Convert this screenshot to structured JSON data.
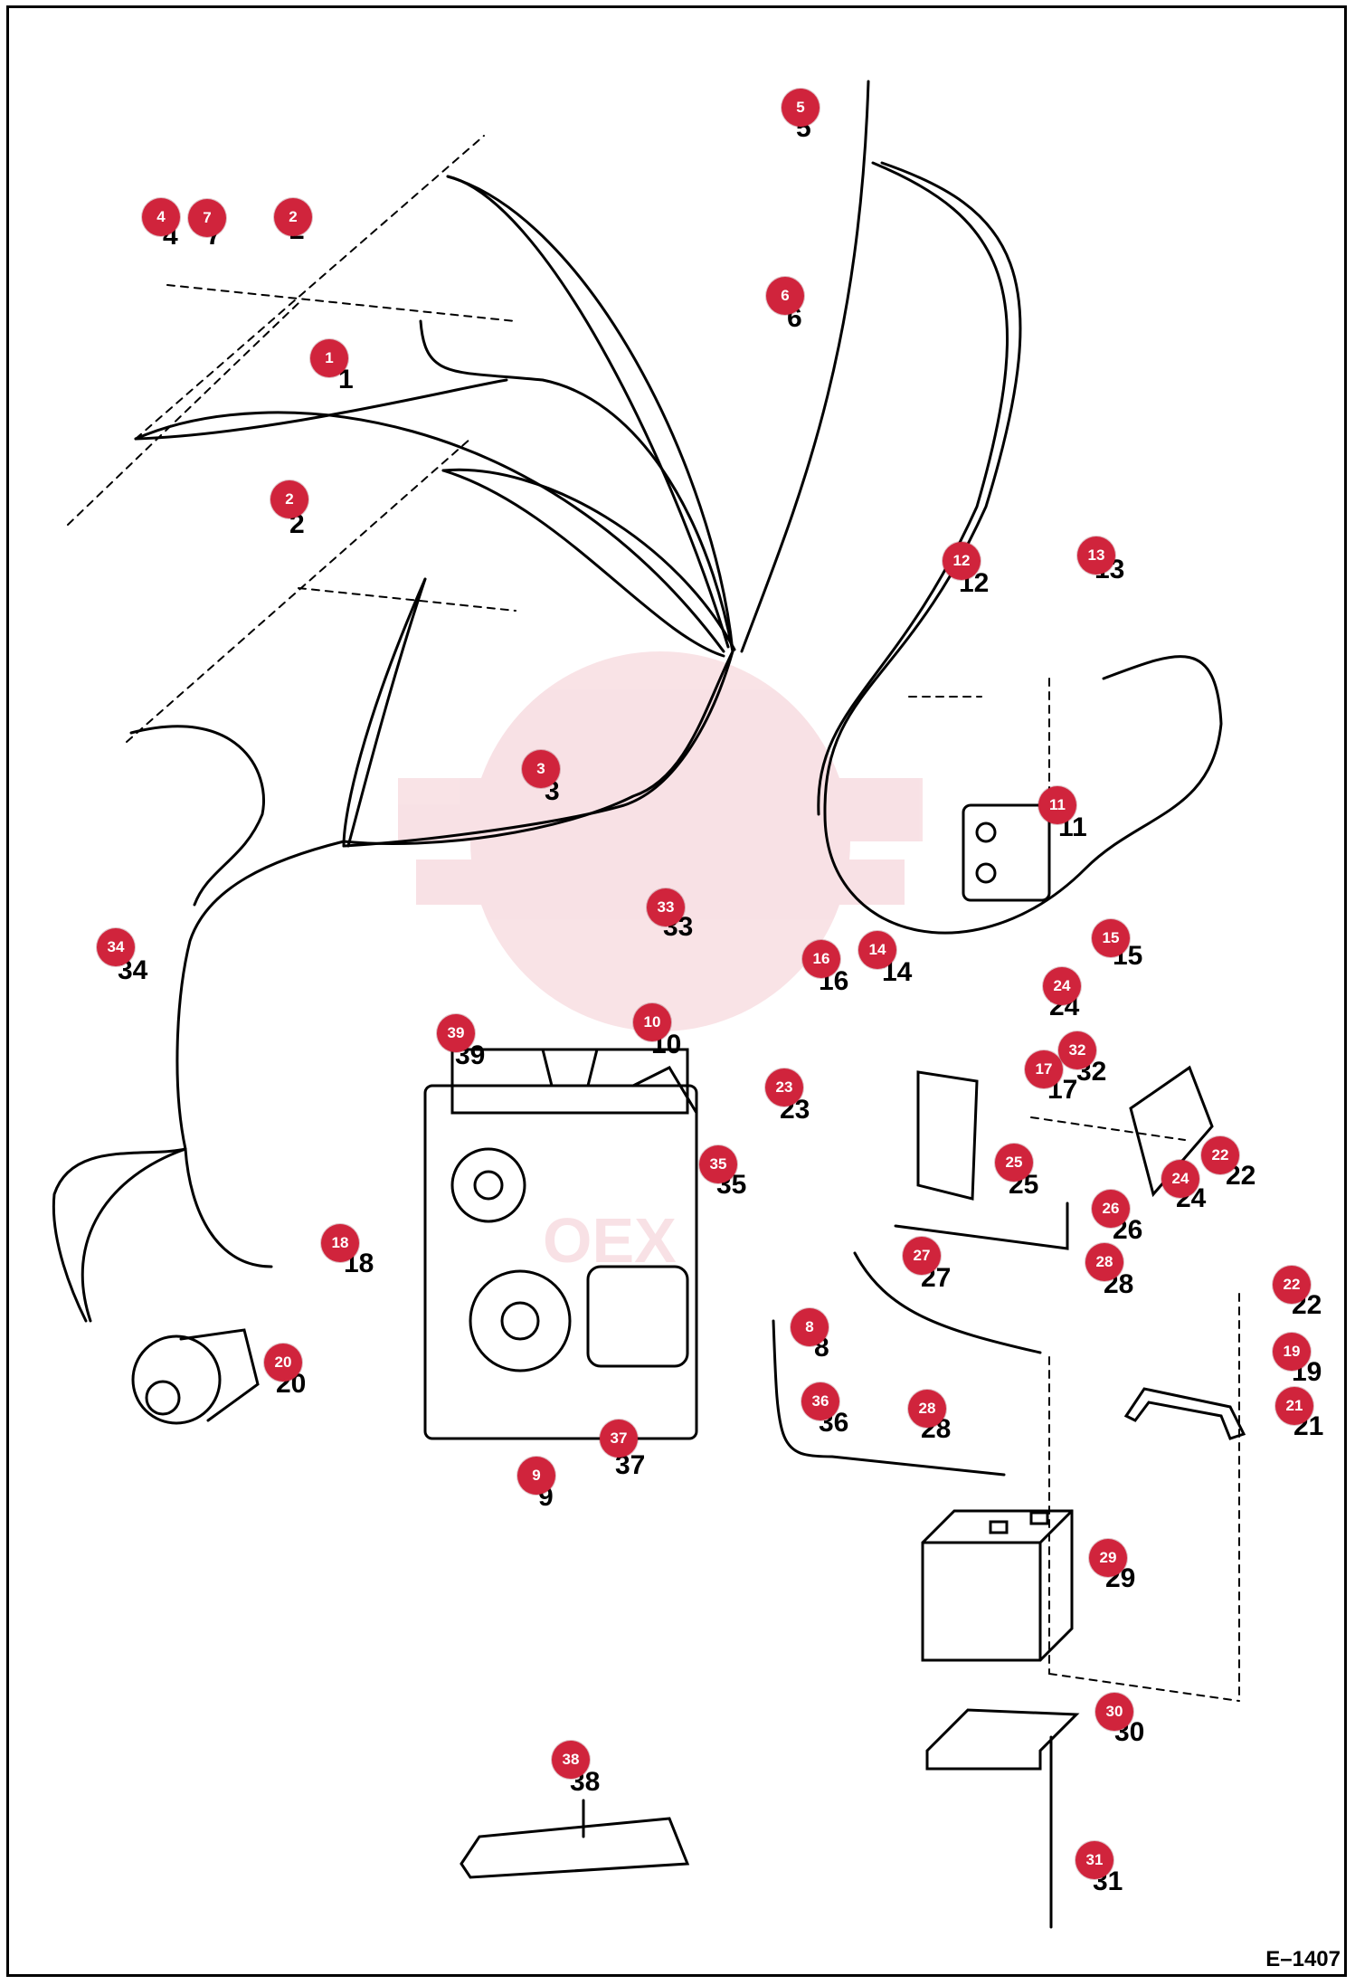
{
  "drawing": {
    "code": "E–1407",
    "watermark_text": "OEX"
  },
  "callouts": [
    {
      "key": "c1",
      "number": "1",
      "label": "1"
    },
    {
      "key": "c2a",
      "number": "2",
      "label": "2"
    },
    {
      "key": "c2b",
      "number": "2",
      "label": "2"
    },
    {
      "key": "c3",
      "number": "3",
      "label": "3"
    },
    {
      "key": "c4",
      "number": "4",
      "label": "4"
    },
    {
      "key": "c5",
      "number": "5",
      "label": "5"
    },
    {
      "key": "c6",
      "number": "6",
      "label": "6"
    },
    {
      "key": "c7",
      "number": "7",
      "label": "7"
    },
    {
      "key": "c8",
      "number": "8",
      "label": "8"
    },
    {
      "key": "c9",
      "number": "9",
      "label": "9"
    },
    {
      "key": "c10",
      "number": "10",
      "label": "10"
    },
    {
      "key": "c11",
      "number": "11",
      "label": "11"
    },
    {
      "key": "c12",
      "number": "12",
      "label": "12"
    },
    {
      "key": "c13",
      "number": "13",
      "label": "13"
    },
    {
      "key": "c14",
      "number": "14",
      "label": "14"
    },
    {
      "key": "c15",
      "number": "15",
      "label": "15"
    },
    {
      "key": "c16",
      "number": "16",
      "label": "16"
    },
    {
      "key": "c17",
      "number": "17",
      "label": "17"
    },
    {
      "key": "c18",
      "number": "18",
      "label": "18"
    },
    {
      "key": "c19",
      "number": "19",
      "label": "19"
    },
    {
      "key": "c20",
      "number": "20",
      "label": "20"
    },
    {
      "key": "c21",
      "number": "21",
      "label": "21"
    },
    {
      "key": "c22a",
      "number": "22",
      "label": "22"
    },
    {
      "key": "c22b",
      "number": "22",
      "label": "22"
    },
    {
      "key": "c23",
      "number": "23",
      "label": "23"
    },
    {
      "key": "c24a",
      "number": "24",
      "label": "24"
    },
    {
      "key": "c24b",
      "number": "24",
      "label": "24"
    },
    {
      "key": "c25",
      "number": "25",
      "label": "25"
    },
    {
      "key": "c26",
      "number": "26",
      "label": "26"
    },
    {
      "key": "c27",
      "number": "27",
      "label": "27"
    },
    {
      "key": "c28a",
      "number": "28",
      "label": "28"
    },
    {
      "key": "c28b",
      "number": "28",
      "label": "28"
    },
    {
      "key": "c29",
      "number": "29",
      "label": "29"
    },
    {
      "key": "c30",
      "number": "30",
      "label": "30"
    },
    {
      "key": "c31",
      "number": "31",
      "label": "31"
    },
    {
      "key": "c32",
      "number": "32",
      "label": "32"
    },
    {
      "key": "c33",
      "number": "33",
      "label": "33"
    },
    {
      "key": "c34",
      "number": "34",
      "label": "34"
    },
    {
      "key": "c35",
      "number": "35",
      "label": "35"
    },
    {
      "key": "c36",
      "number": "36",
      "label": "36"
    },
    {
      "key": "c37",
      "number": "37",
      "label": "37"
    },
    {
      "key": "c38",
      "number": "38",
      "label": "38"
    },
    {
      "key": "c39",
      "number": "39",
      "label": "39"
    }
  ]
}
